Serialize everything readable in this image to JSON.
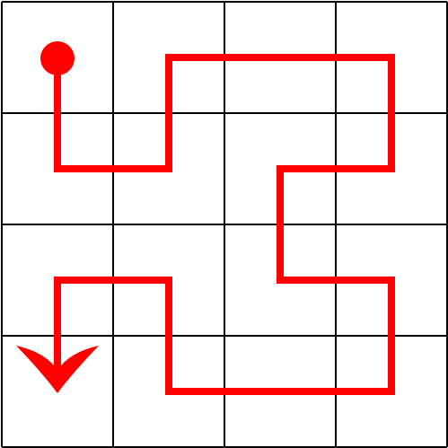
{
  "grid": {
    "rows": 4,
    "cols": 4,
    "line_color": "#000000",
    "background": "#ffffff"
  },
  "path": {
    "color": "#ff0000",
    "start_marker": "circle",
    "end_marker": "arrowhead-down",
    "cells": [
      [
        0,
        0
      ],
      [
        1,
        0
      ],
      [
        1,
        1
      ],
      [
        0,
        1
      ],
      [
        0,
        2
      ],
      [
        0,
        3
      ],
      [
        1,
        3
      ],
      [
        1,
        2
      ],
      [
        2,
        2
      ],
      [
        2,
        3
      ],
      [
        3,
        3
      ],
      [
        3,
        2
      ],
      [
        3,
        1
      ],
      [
        2,
        1
      ],
      [
        2,
        0
      ],
      [
        3,
        0
      ]
    ]
  }
}
